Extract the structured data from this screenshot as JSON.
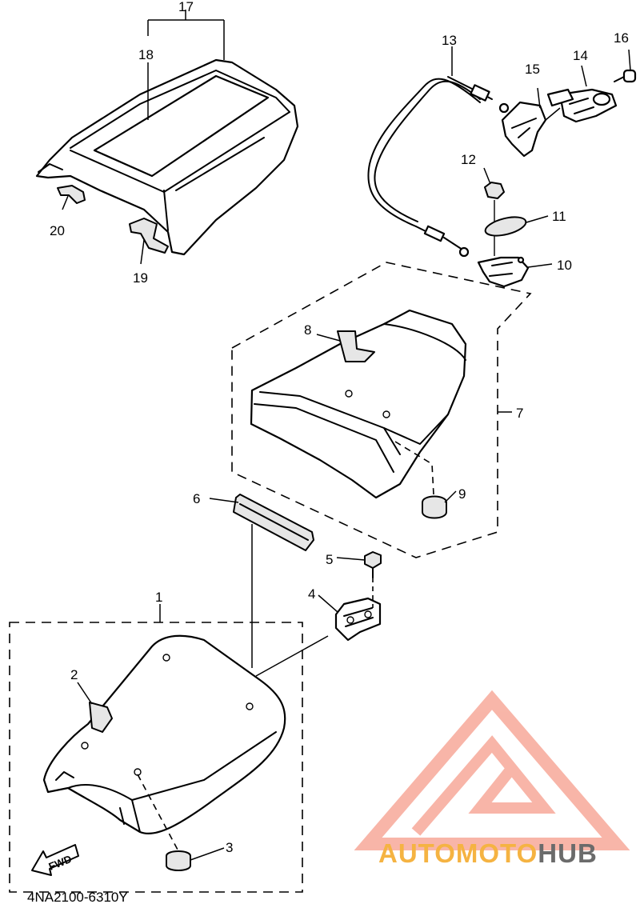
{
  "diagram": {
    "callouts": {
      "c1": "1",
      "c2": "2",
      "c3": "3",
      "c4": "4",
      "c5": "5",
      "c6": "6",
      "c7": "7",
      "c8": "8",
      "c9": "9",
      "c10": "10",
      "c11": "11",
      "c12": "12",
      "c13": "13",
      "c14": "14",
      "c15": "15",
      "c16": "16",
      "c17": "17",
      "c18": "18",
      "c19": "19",
      "c20": "20"
    },
    "part_code": "4NA2100-6310Y",
    "direction_label": "FWD"
  },
  "watermark": {
    "text_part1": "AUTOMOTO",
    "text_part2": "HUB",
    "colors": {
      "primary": "#f7a99a",
      "accent": "#f5a623",
      "dark": "#555555"
    }
  }
}
